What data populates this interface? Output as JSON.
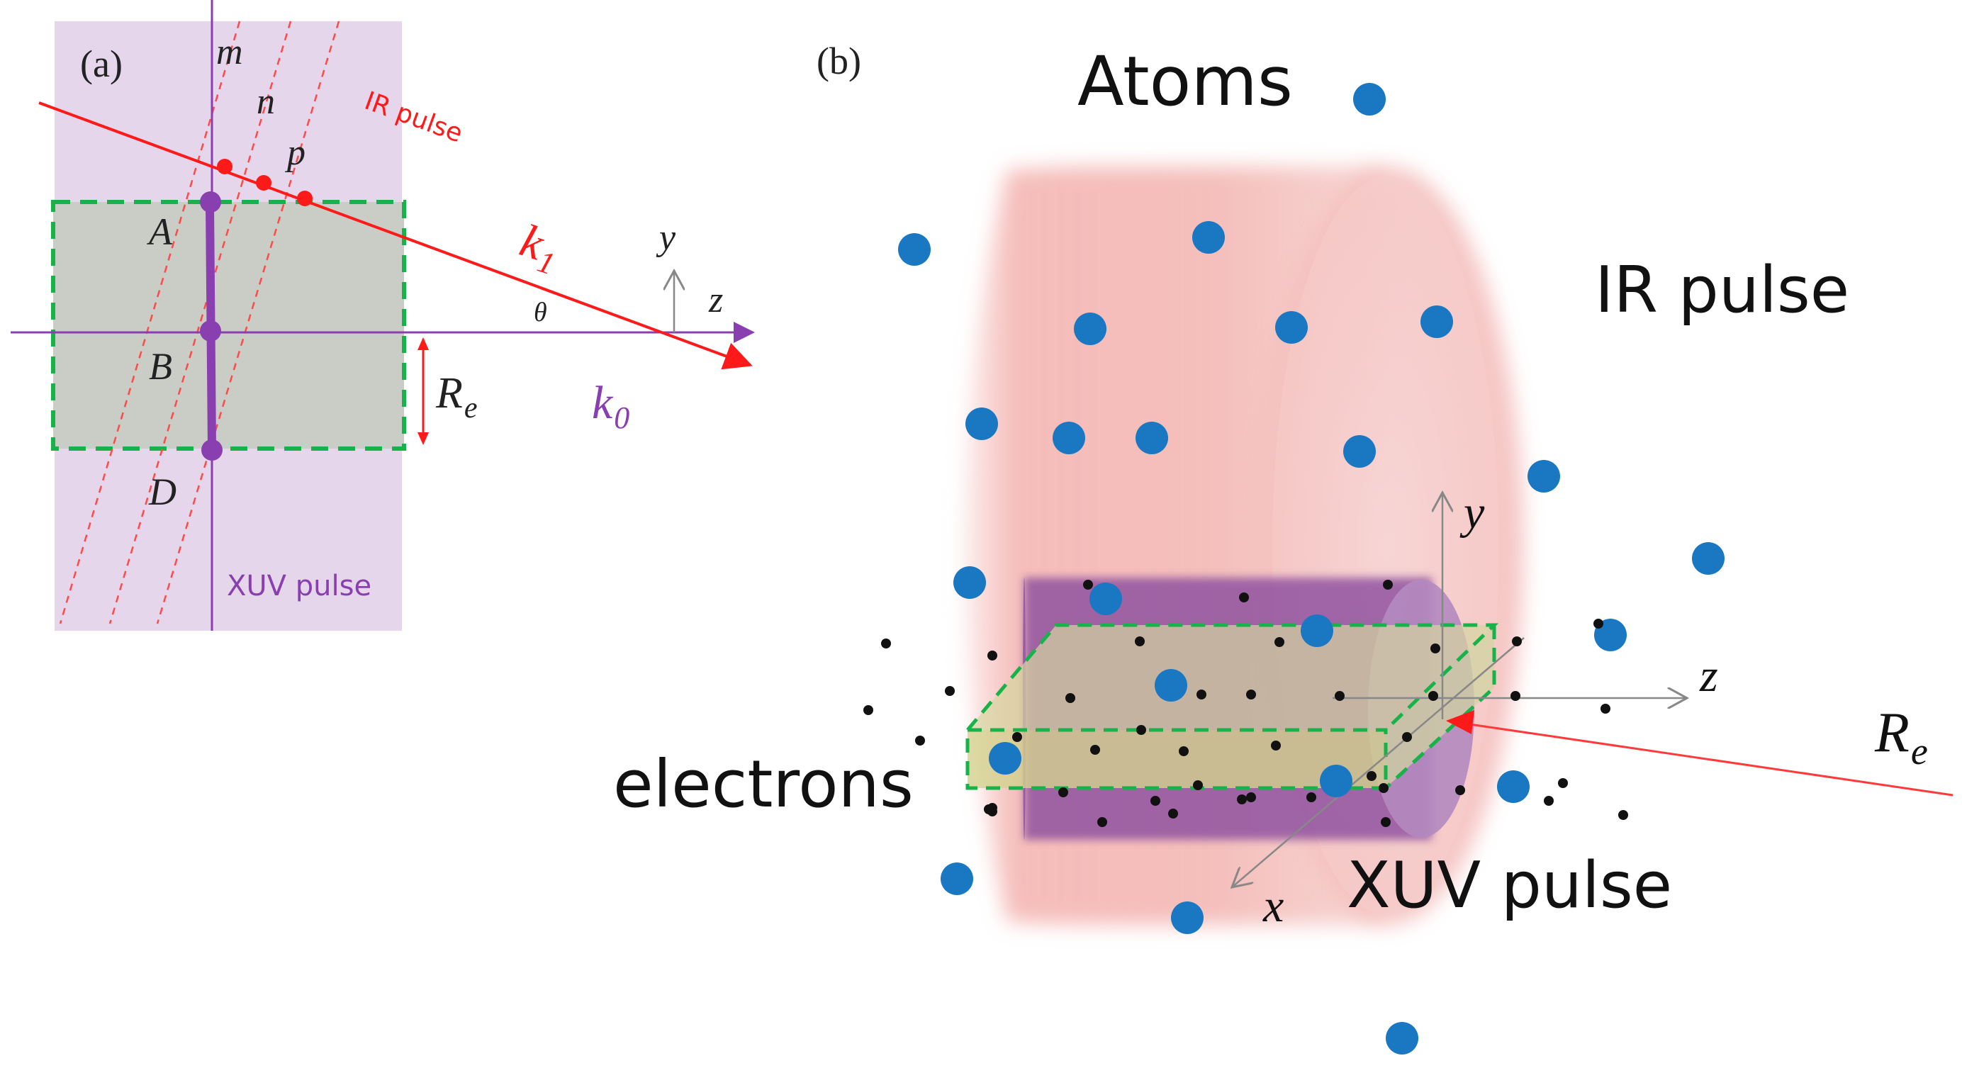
{
  "panel_a": {
    "label": "(a)",
    "line_labels": {
      "m": "m",
      "n": "n",
      "p": "p"
    },
    "points": {
      "a": "A",
      "b": "B",
      "d": "D"
    },
    "ir_pulse": "IR pulse",
    "xuv_pulse": "XUV pulse",
    "k1_main": "k",
    "k1_sub": "1",
    "k0_main": "k",
    "k0_sub": "0",
    "theta": "θ",
    "axis_y": "y",
    "axis_z": "z",
    "re_main": "R",
    "re_sub": "e"
  },
  "panel_b": {
    "label": "(b)",
    "atoms": "Atoms",
    "ir_pulse": "IR pulse",
    "xuv_pulse": "XUV pulse",
    "electrons": "electrons",
    "axis_x": "x",
    "axis_y": "y",
    "axis_z": "z",
    "re_main": "R",
    "re_sub": "e"
  },
  "colors": {
    "ir_red": "#ff1a1a",
    "xuv_purple": "#8a3fb0",
    "atom_blue": "#1a77c2",
    "electron_black": "#111111",
    "region_green": "#17b24a",
    "panel_a_bg": "#e6d6ec",
    "region_gray": "#c9cdc5",
    "ir_beam_pink": "#f4b6b4"
  }
}
